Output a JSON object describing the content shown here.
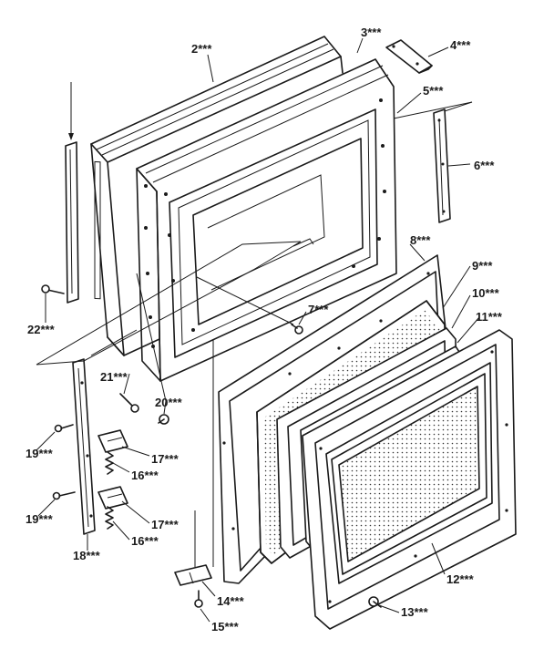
{
  "callouts": [
    {
      "id": "1",
      "label": ""
    },
    {
      "id": "2",
      "label": "2***"
    },
    {
      "id": "3",
      "label": "3***"
    },
    {
      "id": "4",
      "label": "4***"
    },
    {
      "id": "5",
      "label": "5***"
    },
    {
      "id": "6",
      "label": "6***"
    },
    {
      "id": "7",
      "label": "7***"
    },
    {
      "id": "8",
      "label": "8***"
    },
    {
      "id": "9",
      "label": "9***"
    },
    {
      "id": "10",
      "label": "10***"
    },
    {
      "id": "11",
      "label": "11***"
    },
    {
      "id": "12",
      "label": "12***"
    },
    {
      "id": "13",
      "label": "13***"
    },
    {
      "id": "14",
      "label": "14***"
    },
    {
      "id": "15",
      "label": "15***"
    },
    {
      "id": "16a",
      "label": "16***"
    },
    {
      "id": "16b",
      "label": "16***"
    },
    {
      "id": "17a",
      "label": "17***"
    },
    {
      "id": "17b",
      "label": "17***"
    },
    {
      "id": "18",
      "label": "18***"
    },
    {
      "id": "19a",
      "label": "19***"
    },
    {
      "id": "19b",
      "label": "19***"
    },
    {
      "id": "20",
      "label": "20***"
    },
    {
      "id": "21",
      "label": "21***"
    },
    {
      "id": "22",
      "label": "22***"
    }
  ]
}
